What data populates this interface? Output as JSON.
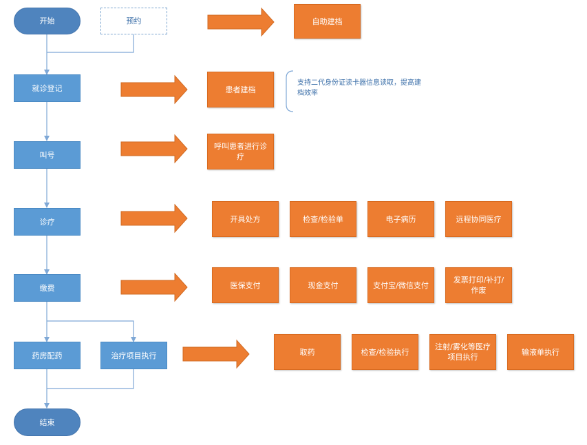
{
  "flow": {
    "start": "开始",
    "appointment": "预约",
    "registration": "就诊登记",
    "call_number": "叫号",
    "treatment": "诊疗",
    "payment": "缴费",
    "pharmacy": "药房配药",
    "treatment_execution": "治疗项目执行",
    "end": "结束"
  },
  "details": {
    "self_filing": "自助建档",
    "patient_filing": "患者建档",
    "filing_note": "支持二代身份证读卡器信息读取，提高建档效率",
    "call_patient": "呼叫患者进行诊疗",
    "treatment_items": [
      "开具处方",
      "检查/检验单",
      "电子病历",
      "远程协同医疗"
    ],
    "payment_items": [
      "医保支付",
      "现金支付",
      "支付宝/微信支付",
      "发票打印/补打/作废"
    ],
    "execution_items": [
      "取药",
      "检查/检验执行",
      "注射/雾化等医疗项目执行",
      "输液单执行"
    ]
  },
  "colors": {
    "terminal": "#4f84be",
    "process": "#5b9bd5",
    "detail": "#ed7d31",
    "connector": "#7fa8d6"
  }
}
